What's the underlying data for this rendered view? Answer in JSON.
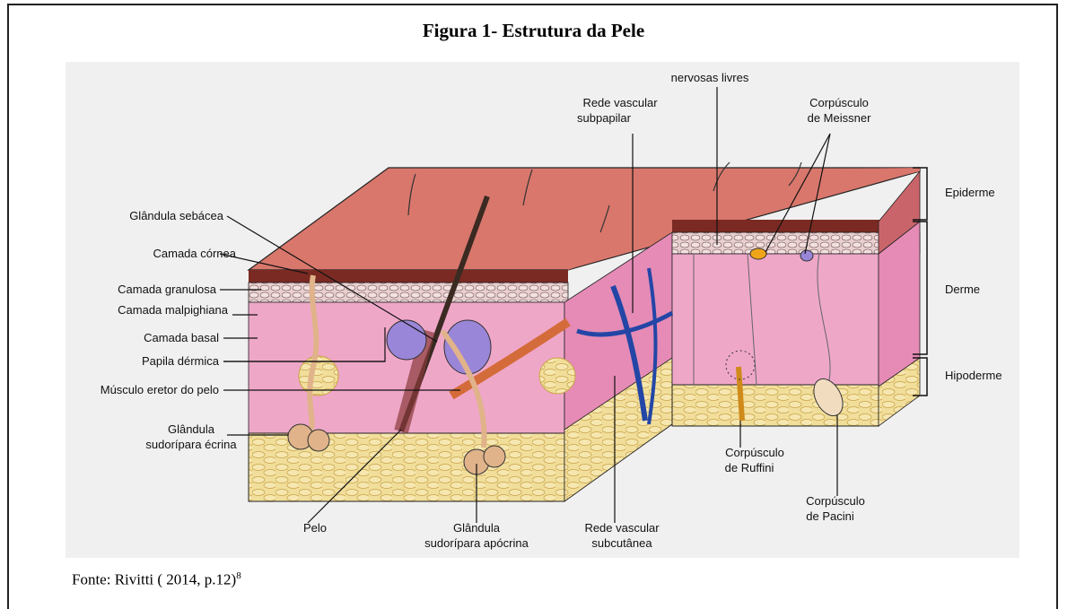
{
  "figure": {
    "title": "Figura 1- Estrutura da Pele",
    "source_text": "Fonte: Rivitti ( 2014, p.12)",
    "source_sup": "8"
  },
  "labels": {
    "glandula_sebacea": "Glândula sebácea",
    "camada_cornea": "Camada córnea",
    "camada_granulosa": "Camada granulosa",
    "camada_malpighiana": "Camada malpighiana",
    "camada_basal": "Camada basal",
    "papila_dermica": "Papila dérmica",
    "musculo_eretor": "Músculo eretor do pelo",
    "glandula_ecrina_1": "Glândula",
    "glandula_ecrina_2": "sudorípara écrina",
    "pelo": "Pelo",
    "glandula_apocrina_1": "Glândula",
    "glandula_apocrina_2": "sudorípara apócrina",
    "rede_subcutanea_1": "Rede vascular",
    "rede_subcutanea_2": "subcutânea",
    "rede_subpapilar_1": "Rede vascular",
    "rede_subpapilar_2": "subpapilar",
    "terminacoes_2": "nervosas livres",
    "meissner_1": "Corpúsculo",
    "meissner_2": "de Meissner",
    "ruffini_1": "Corpúsculo",
    "ruffini_2": "de Ruffini",
    "pacini_1": "Corpúsculo",
    "pacini_2": "de Pacini",
    "epiderme": "Epiderme",
    "derme": "Derme",
    "hipoderme": "Hipoderme"
  },
  "colors": {
    "skin_surface": "#d9776c",
    "epidermis_dark": "#7a2a22",
    "dermis": "#efa7c8",
    "dermis_side": "#e58bb5",
    "hypodermis": "#f1de9a",
    "fat_cell": "#e9c96a",
    "vessel_blue": "#2346a6",
    "sebaceous": "#9a86d8"
  }
}
